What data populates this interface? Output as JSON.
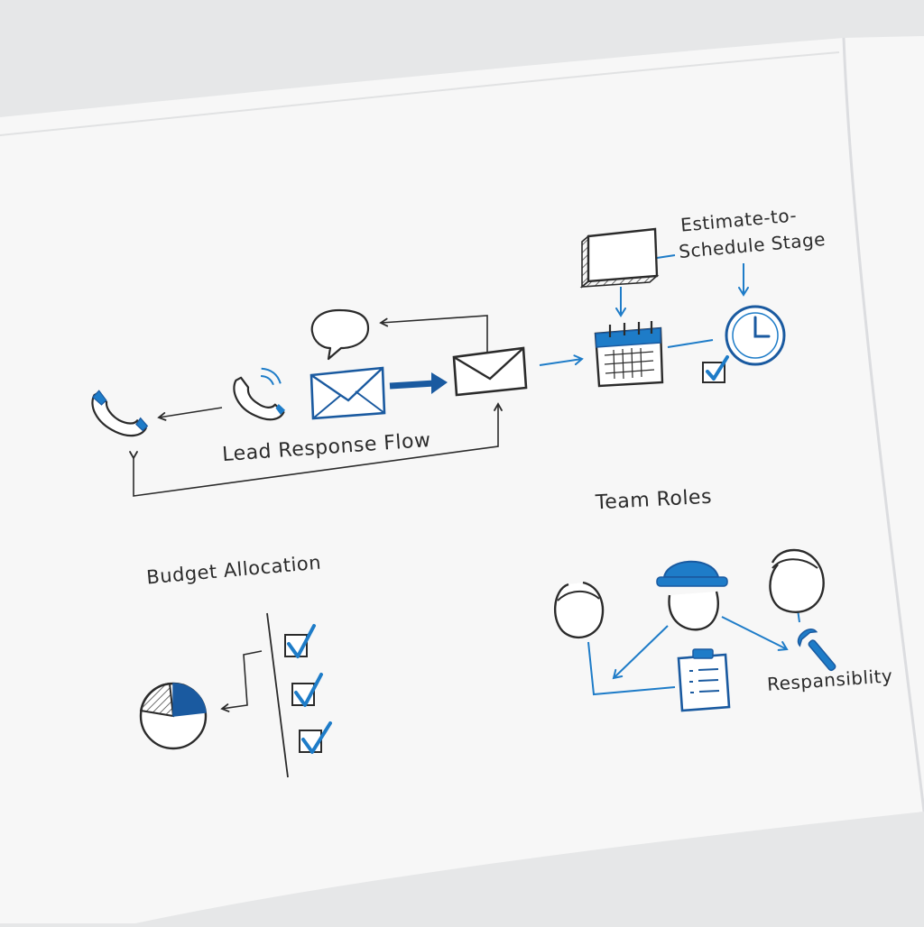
{
  "diagram": {
    "lead_flow_label": "Lead Response Flow",
    "estimate_label_line1": "Estimate-to-",
    "estimate_label_line2": "Schedule Stage",
    "team_roles_label": "Team Roles",
    "budget_label": "Budget Allocation",
    "responsibility_label": "Respansiblity"
  },
  "colors": {
    "ink": "#2b2b2b",
    "accent": "#1e7cc8",
    "accent_dark": "#1a5aa0",
    "paper": "#f7f7f7",
    "background": "#e6e7e8"
  },
  "icons": [
    "phone-icon",
    "phone-ringing-icon",
    "speech-bubble-icon",
    "envelope-icon",
    "document-card-icon",
    "calendar-icon",
    "clock-icon",
    "checkbox-icon",
    "pie-chart-icon",
    "person-icon",
    "hard-hat-icon",
    "clipboard-icon",
    "wrench-icon"
  ]
}
